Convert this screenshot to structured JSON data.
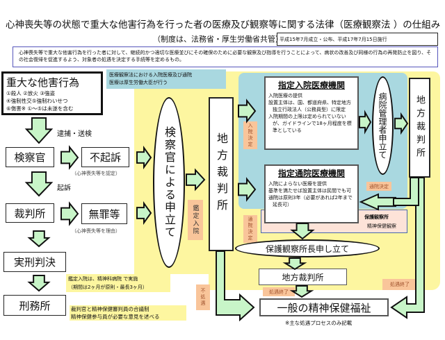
{
  "title": "心神喪失等の状態で重大な他害行為を行った者の医療及び観察等に関する法律（医療観察法 ）の仕組み",
  "subtitle": "（制度は、法務省・厚生労働省共管）",
  "enacted": "平成15年7月成立・公布、平成17年7月15日施行",
  "purpose": "心神喪失等で重大な他害行為を行った者に対して、継続的かつ適切な医療並びにその確保のために必要な観察及び指導を行うことによって、病状の改善及び同様の行為の再発防止を図り、その社会復帰を促進するよう、対象者の処遇を決定する手続等を定めるもの。",
  "offense": {
    "title": "重大な他害行為",
    "lines": [
      "①殺人 ②放火 ③強盗",
      "④強制性交⑤強制わいせつ",
      "⑥傷害※ ①～⑤は未遂を含む"
    ]
  },
  "left": {
    "arrest": "逮捕・送検",
    "prosecutor": "検察官",
    "non_prosecution": "不起訴",
    "non_prosecution_note": "（心神喪失等を認定）",
    "indictment": "起訴",
    "court": "裁判所",
    "acquittal": "無罪等",
    "acquittal_note": "（心神喪失等を理由）",
    "sentence": "実刑判決",
    "prison": "刑務所"
  },
  "mhlw_note": [
    "医療観察法における入院医療及び通院",
    "医療は厚生労働大臣が行う"
  ],
  "petition": "検察官による申立て",
  "district_court": "地方裁判所",
  "labels": {
    "assessment_admission": "鑑定入院",
    "admission_decision": "入院決定",
    "outpatient_decision": "通院決定",
    "outpatient_decision2": "通院決定",
    "no_treatment": "不処遇",
    "end1": "処遇終了",
    "end2": "処遇終了"
  },
  "inpatient": {
    "title": "指定入院医療機関",
    "items": [
      "入院医療の提供",
      "設置主体は、国、都道府県、特定地方独立行政法人（公務員型）に限定",
      "入院期間の上限は定められていないが、ガイドラインで18ヶ月程度を標準としている"
    ]
  },
  "hospital_petition": "病院管理者申立て",
  "outpatient": {
    "title": "指定通院医療機関",
    "items": [
      "入院によらない医療を提供",
      "基準を満たせば設置主体は民間でも可",
      "通院は原則3年（必要があれば2年まで延長可）"
    ]
  },
  "probation": {
    "title": "保護観察所",
    "items": [
      "精神保健観察"
    ]
  },
  "probation_petition": "保護観察所長申し立て",
  "district_court2": "地方裁判所",
  "general_welfare": "一般の精神保健福祉",
  "footnote": "※主な処遇プロセスのみ記載",
  "assessment_note": [
    "鑑定入院は、精神科病院 で実施",
    "（期間は2ヶ月が原則・最長3ヶ月）"
  ],
  "panel_note": [
    "裁判官と精神保健審判員の合議制",
    "精神保健参与員が必要な意見を述べる"
  ]
}
